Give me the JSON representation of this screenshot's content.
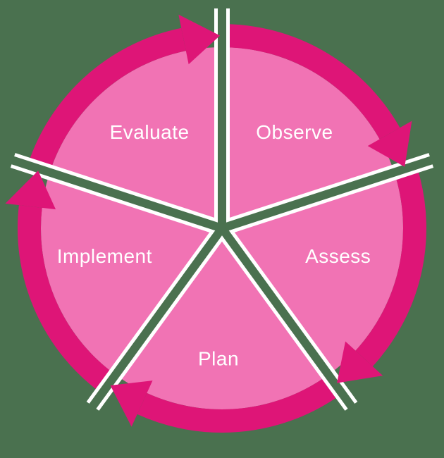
{
  "diagram": {
    "type": "cycle",
    "direction": "clockwise",
    "steps": [
      {
        "label": "Observe",
        "start_angle_deg": 0,
        "end_angle_deg": 72
      },
      {
        "label": "Assess",
        "start_angle_deg": 72,
        "end_angle_deg": 144
      },
      {
        "label": "Plan",
        "start_angle_deg": 144,
        "end_angle_deg": 216
      },
      {
        "label": "Implement",
        "start_angle_deg": 216,
        "end_angle_deg": 288
      },
      {
        "label": "Evaluate",
        "start_angle_deg": 288,
        "end_angle_deg": 360
      }
    ],
    "colors": {
      "background": "#4A714F",
      "slice_fill": "#F173B4",
      "arrow_ring": "#DE1577",
      "divider_edge": "#FFFFFF",
      "label_text": "#FFFFFF"
    }
  }
}
